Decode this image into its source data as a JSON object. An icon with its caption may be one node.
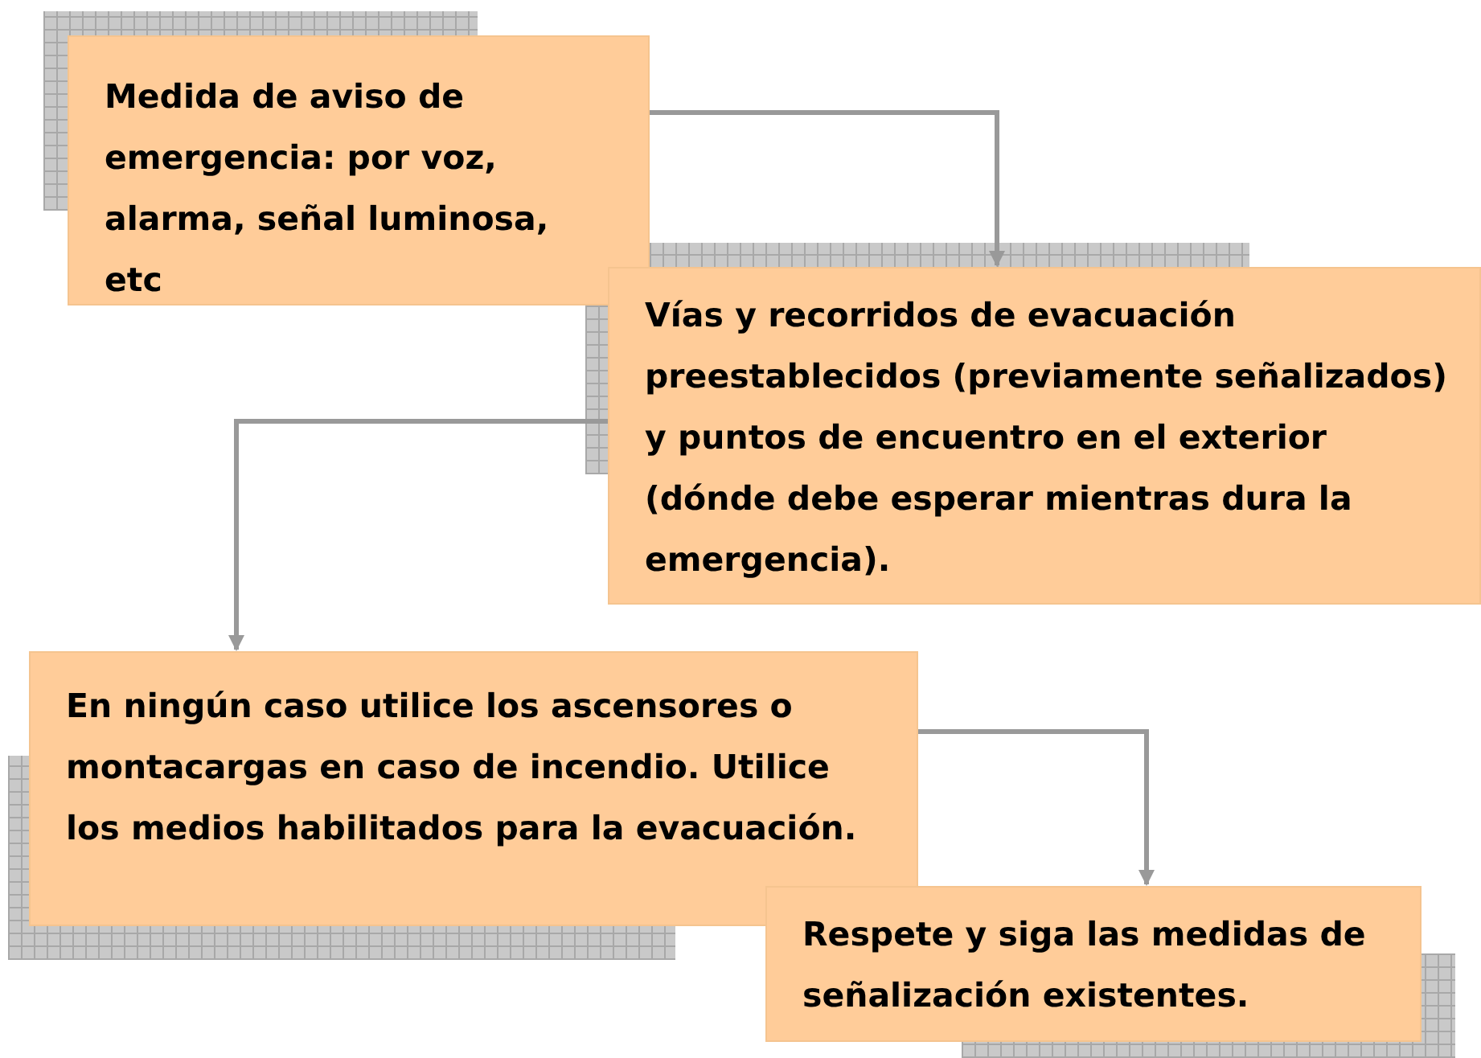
{
  "diagram": {
    "nodes": [
      {
        "text": [
          "Medida de aviso de emergencia: por voz, alarma, señal luminosa, etc"
        ]
      },
      {
        "text": [
          "Vías y recorridos de evacuación preestablecidos (previamente señalizados) y puntos de encuentro en el exterior (dónde debe esperar mientras dura la emergencia)."
        ]
      },
      {
        "text": [
          "En ningún caso utilice los ascensores o montacargas en caso de incendio. Utilice los medios habilitados para la evacuación."
        ]
      },
      {
        "text": [
          "Respete y siga las medidas de señalización existentes."
        ]
      }
    ],
    "edges": [
      {
        "from": 0,
        "to": 1,
        "arrow": "to"
      },
      {
        "from": 1,
        "to": 2,
        "arrow": "to"
      },
      {
        "from": 2,
        "to": 3,
        "arrow": "to"
      }
    ]
  }
}
